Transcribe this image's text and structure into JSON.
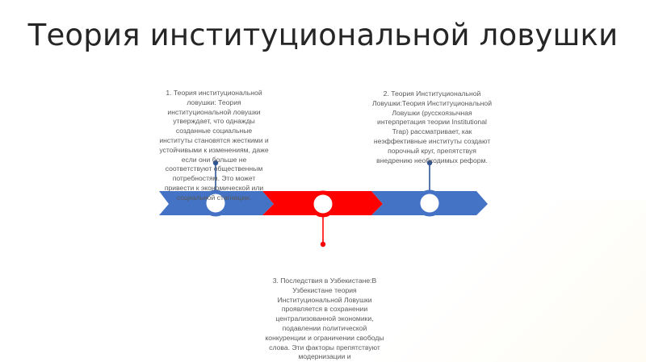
{
  "slide": {
    "title": "Теория институциональной ловушки"
  },
  "timeline": {
    "colors": {
      "blue": "#4472C4",
      "red": "#FF0000",
      "connector_blue": "#2F5597",
      "connector_red": "#FF0000",
      "text": "#595959",
      "title": "#262626"
    },
    "items": [
      {
        "text": "1. Теория институциональной ловушки: Теория институциональной ловушки утверждает, что однажды созданные социальные институты становятся жесткими и устойчивыми к изменениям, даже если они больше не соответствуют общественным потребностям. Это может привести к экономической или социальной стагнации.",
        "color": "blue"
      },
      {
        "text": "2. Теория Институциональной Ловушки:Теория Институциональной Ловушки (русскоязычная интерпретация теории Institutional Trap) рассматривает, как неэффективные институты создают порочный круг, препятствуя внедрению необходимых реформ.",
        "color": "blue"
      },
      {
        "text": "3. Последствия в Узбекистане:В Узбекистане теория Институциональной Ловушки проявляется в сохранении централизованной экономики, подавлении политической конкуренции и ограничении свободы слова. Эти факторы препятствуют модернизации и",
        "color": "red"
      }
    ]
  }
}
